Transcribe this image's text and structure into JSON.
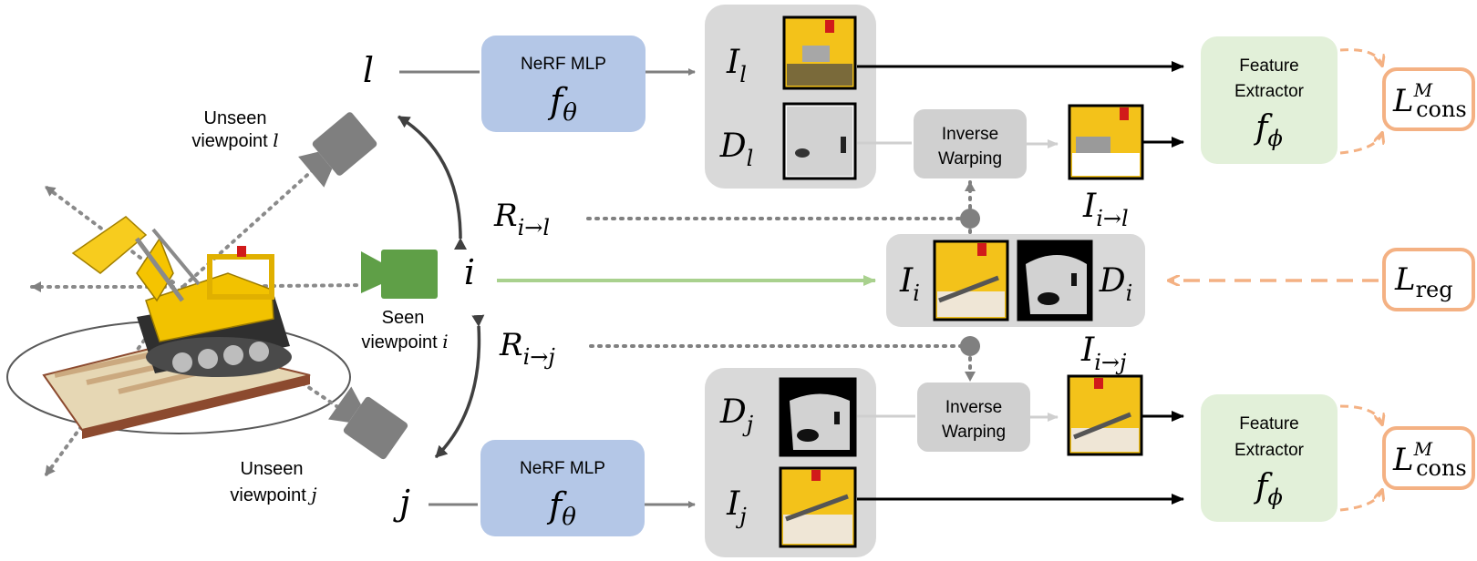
{
  "colors": {
    "nerf_box": "#b4c7e7",
    "feature_box": "#e2f0d9",
    "gray_panel": "#d9d9d9",
    "warp_box": "#d0d0d0",
    "seen_camera": "#5f9f47",
    "unseen_camera": "#7f7f7f",
    "loss_border": "#f4b183",
    "green_arrow": "#a9d18e",
    "dark_line": "#404040"
  },
  "views": {
    "l": "l",
    "i": "i",
    "j": "j",
    "unseen_l_line1": "Unseen",
    "unseen_l_line2": "viewpoint",
    "unseen_l_var": "l",
    "seen_line1": "Seen",
    "seen_line2": "viewpoint",
    "seen_var": "i",
    "unseen_j_line1": "Unseen",
    "unseen_j_line2": "viewpoint",
    "unseen_j_var": "j"
  },
  "rotations": {
    "r_il_base": "R",
    "r_il_sub": "i→l",
    "r_ij_base": "R",
    "r_ij_sub": "i→j"
  },
  "nerf": {
    "title": "NeRF MLP",
    "func": "f",
    "func_sub": "θ"
  },
  "warp": {
    "line1": "Inverse",
    "line2": "Warping"
  },
  "feature": {
    "line1": "Feature",
    "line2": "Extractor",
    "func": "f",
    "func_sub": "ϕ"
  },
  "images": {
    "I_l": {
      "base": "I",
      "sub": "l"
    },
    "D_l": {
      "base": "D",
      "sub": "l"
    },
    "I_il": {
      "base": "I",
      "sub": "i→l"
    },
    "I_i": {
      "base": "I",
      "sub": "i"
    },
    "D_i": {
      "base": "D",
      "sub": "i"
    },
    "I_ij": {
      "base": "I",
      "sub": "i→j"
    },
    "D_j": {
      "base": "D",
      "sub": "j"
    },
    "I_j": {
      "base": "I",
      "sub": "j"
    }
  },
  "losses": {
    "cons_base": "L",
    "cons_sup": "M",
    "cons_sub": "cons",
    "reg_base": "L",
    "reg_sub": "reg"
  }
}
